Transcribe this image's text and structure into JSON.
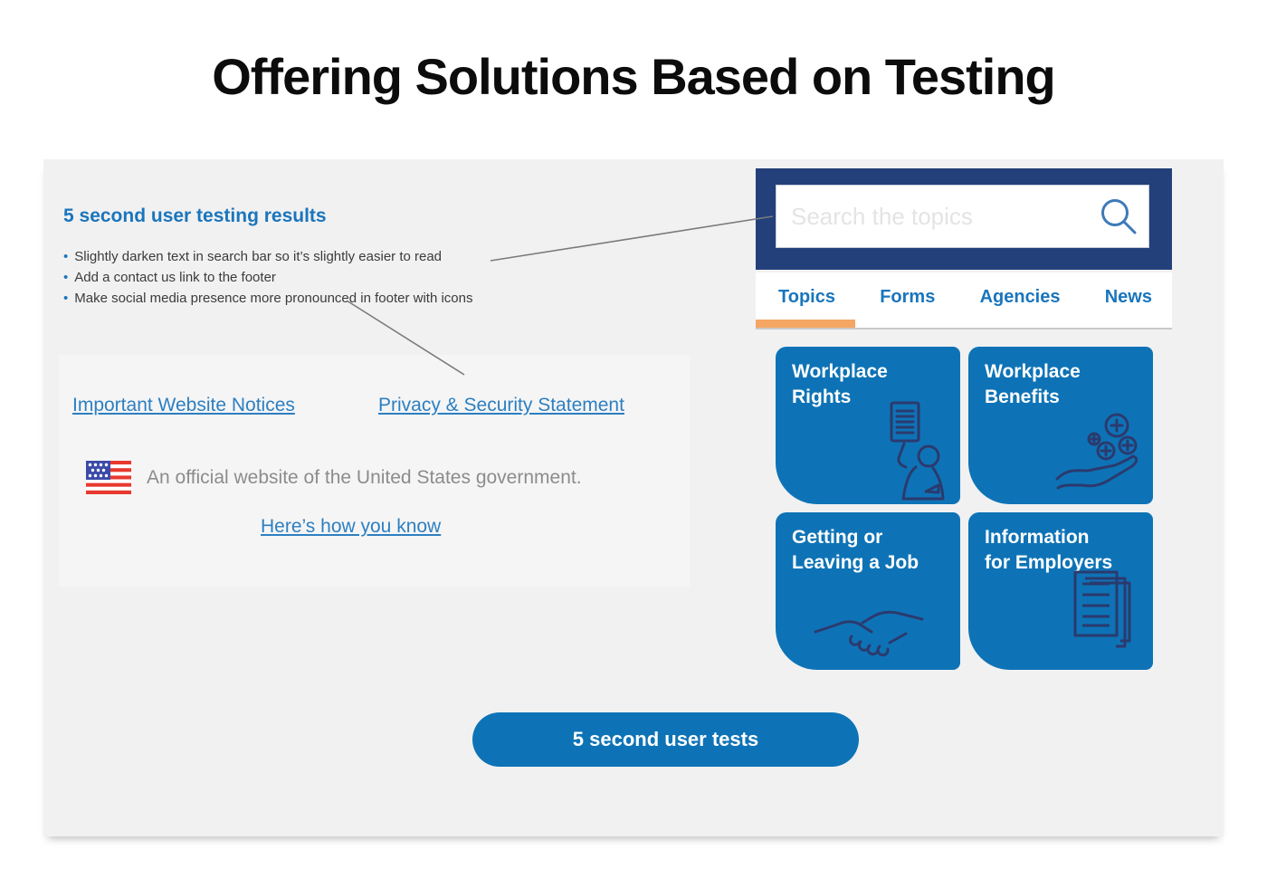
{
  "title": "Offering Solutions Based on Testing",
  "results": {
    "heading": "5 second user testing results",
    "bullets": [
      "Slightly darken text in search bar so it’s slightly easier to read",
      "Add a contact us link to the footer",
      "Make social media presence more pronounced in footer with icons"
    ]
  },
  "footer": {
    "link_notices": "Important Website Notices",
    "link_privacy": "Privacy & Security Statement",
    "flag_icon": "us-flag-icon",
    "official_text": "An official website of the United States government.",
    "how_link": "Here’s how you know"
  },
  "phone": {
    "search": {
      "placeholder": "Search the topics",
      "icon": "search-icon"
    },
    "tabs": [
      {
        "label": "Topics",
        "active": true
      },
      {
        "label": "Forms",
        "active": false
      },
      {
        "label": "Agencies",
        "active": false
      },
      {
        "label": "News",
        "active": false
      }
    ],
    "tiles": [
      {
        "line1": "Workplace",
        "line2": "Rights",
        "icon": "person-raising-document-icon"
      },
      {
        "line1": "Workplace",
        "line2": "Benefits",
        "icon": "hand-with-coins-icon"
      },
      {
        "line1": "Getting or",
        "line2": "Leaving a Job",
        "icon": "handshake-icon"
      },
      {
        "line1": "Information",
        "line2": "for Employers",
        "icon": "documents-stack-icon"
      }
    ]
  },
  "cta": {
    "label": "5 second user tests"
  },
  "colors": {
    "accent_blue": "#1a75bc",
    "tile_blue": "#0e73b6",
    "header_navy": "#24407a",
    "tab_indicator_orange": "#f5a662",
    "link_blue": "#2d7fc0",
    "muted_text": "#8c8c8c",
    "panel_bg": "#f1f1f2",
    "icon_stroke_navy": "#2b3a6e"
  }
}
